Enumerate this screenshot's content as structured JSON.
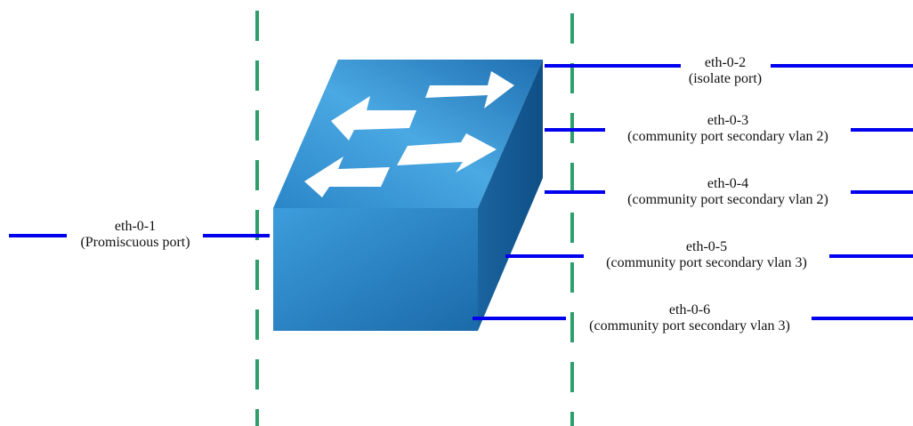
{
  "colors": {
    "divider": "#2e9e6a",
    "link": "#0000ee",
    "switch_front": "#2f8fcf",
    "switch_top": "#3a9ad9",
    "switch_side": "#14578f",
    "arrow": "#ffffff"
  },
  "icons": {
    "switch": "network-switch-icon"
  },
  "ports": [
    {
      "name": "eth-0-1",
      "role": "(Promiscuous port)"
    },
    {
      "name": "eth-0-2",
      "role": "(isolate port)"
    },
    {
      "name": "eth-0-3",
      "role": "(community port secondary vlan 2)"
    },
    {
      "name": "eth-0-4",
      "role": "(community port secondary vlan 2)"
    },
    {
      "name": "eth-0-5",
      "role": "(community port secondary vlan 3)"
    },
    {
      "name": "eth-0-6",
      "role": "(community port secondary vlan 3)"
    }
  ]
}
